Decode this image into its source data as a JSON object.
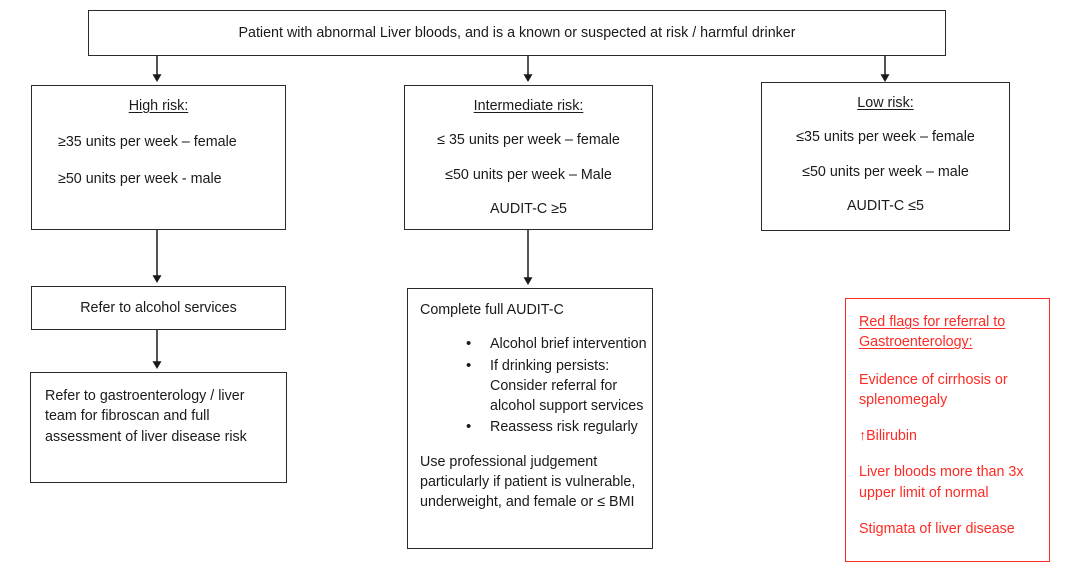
{
  "diagram": {
    "title_box": {
      "text": "Patient with abnormal Liver bloods, and is a known or suspected at risk / harmful drinker"
    },
    "high_risk": {
      "heading": "High risk:",
      "line1": "≥35 units per week – female",
      "line2": "≥50 units per week - male"
    },
    "intermediate_risk": {
      "heading": "Intermediate risk:",
      "line1": "≤ 35 units per week – female",
      "line2": "≤50 units per week – Male",
      "line3": "AUDIT-C ≥5"
    },
    "low_risk": {
      "heading": "Low risk:",
      "line1": "≤35 units per week – female",
      "line2": "≤50 units per week – male",
      "line3": "AUDIT-C ≤5"
    },
    "refer_alcohol": {
      "text": "Refer to alcohol services"
    },
    "refer_gastro": {
      "line1": "Refer to gastroenterology / liver",
      "line2": "team for fibroscan and full",
      "line3": "assessment of liver disease risk"
    },
    "audit_c": {
      "heading": "Complete full AUDIT-C",
      "bullets": [
        "Alcohol brief intervention",
        "If drinking persists: Consider referral for alcohol support services",
        "Reassess risk regularly"
      ],
      "footer_line1": "Use professional judgement",
      "footer_line2": "particularly if patient is vulnerable,",
      "footer_line3": "underweight, and female or ≤ BMI"
    },
    "red_flags": {
      "heading_line1": "Red flags for referral to",
      "heading_line2": "Gastroenterology:",
      "item1_line1": "Evidence of cirrhosis or",
      "item1_line2": "splenomegaly",
      "item2": "↑Bilirubin",
      "item3_line1": "Liver bloods more than 3x",
      "item3_line2": "upper limit of normal",
      "item4": "Stigmata of liver disease"
    },
    "colors": {
      "box_border": "#2b2b2b",
      "red": "#fc2b25",
      "text": "#1a1a1a",
      "background": "#ffffff"
    }
  }
}
